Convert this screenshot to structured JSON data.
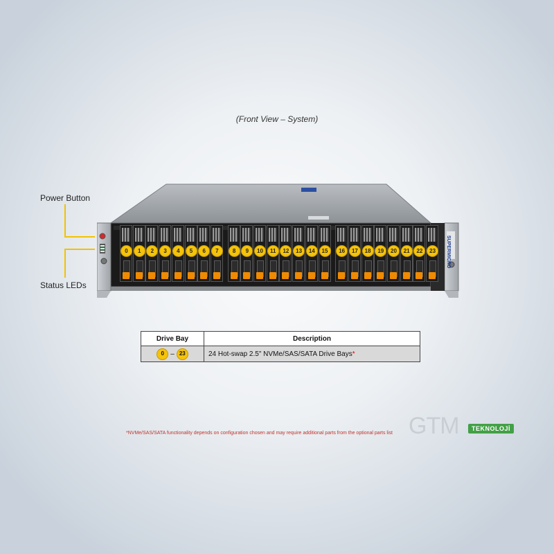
{
  "caption": "(Front View – System)",
  "callouts": {
    "power_button": "Power Button",
    "status_leds": "Status LEDs"
  },
  "bays": [
    "0",
    "1",
    "2",
    "3",
    "4",
    "5",
    "6",
    "7",
    "8",
    "9",
    "10",
    "11",
    "12",
    "13",
    "14",
    "15",
    "16",
    "17",
    "18",
    "19",
    "20",
    "21",
    "22",
    "23"
  ],
  "brand_label": "SUPERMICRO",
  "table": {
    "header_bay": "Drive Bay",
    "header_desc": "Description",
    "row_start": "0",
    "row_dash": "–",
    "row_end": "23",
    "row_desc": "24 Hot-swap 2.5\" NVMe/SAS/SATA Drive Bays",
    "row_mark": "*"
  },
  "footnote": "*NVMe/SAS/SATA functionality depends on configuration chosen and may require additional parts from the optional parts list",
  "logo": {
    "main": "GTM",
    "sub": "TEKNOLOJİ"
  },
  "colors": {
    "bay_number": "#f5c30a",
    "pull_tab": "#f08a00",
    "callout_line": "#f2c200",
    "logo_badge": "#43a047"
  }
}
